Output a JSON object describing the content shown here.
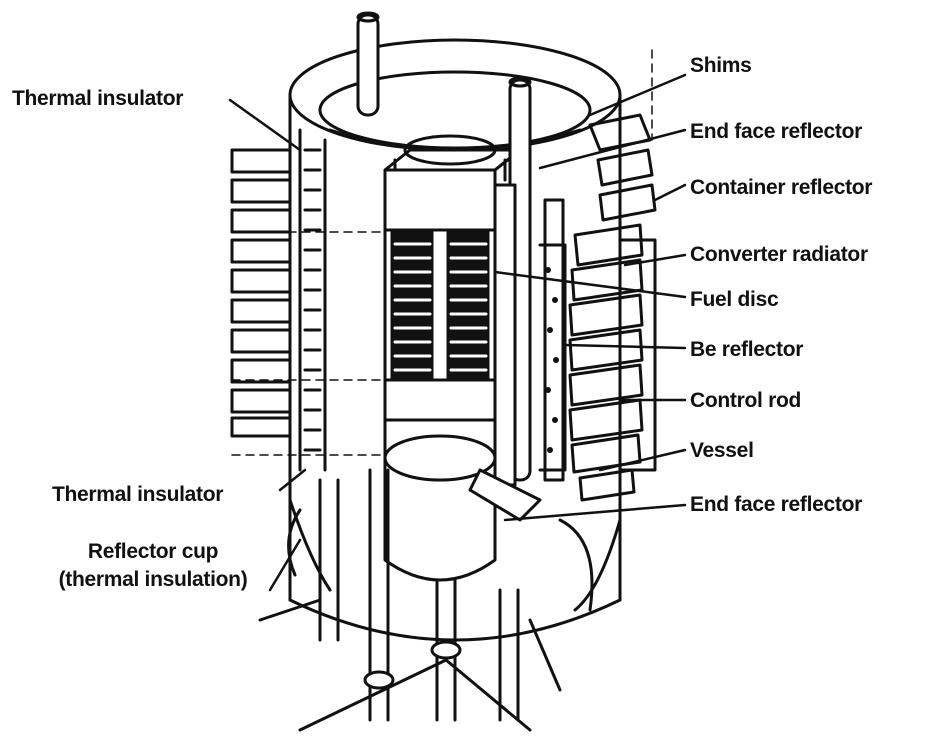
{
  "labels": {
    "shims": "Shims",
    "end_face_reflector_top": "End face reflector",
    "container_reflector": "Container reflector",
    "converter_radiator": "Converter radiator",
    "fuel_disc": "Fuel disc",
    "be_reflector": "Be reflector",
    "control_rod": "Control rod",
    "vessel": "Vessel",
    "end_face_reflector_bottom": "End face reflector",
    "thermal_insulator_top": "Thermal insulator",
    "thermal_insulator_bottom": "Thermal insulator",
    "reflector_cup_line1": "Reflector cup",
    "reflector_cup_line2": "(thermal insulation)"
  },
  "colors": {
    "ink": "#111111",
    "paper": "#ffffff"
  }
}
